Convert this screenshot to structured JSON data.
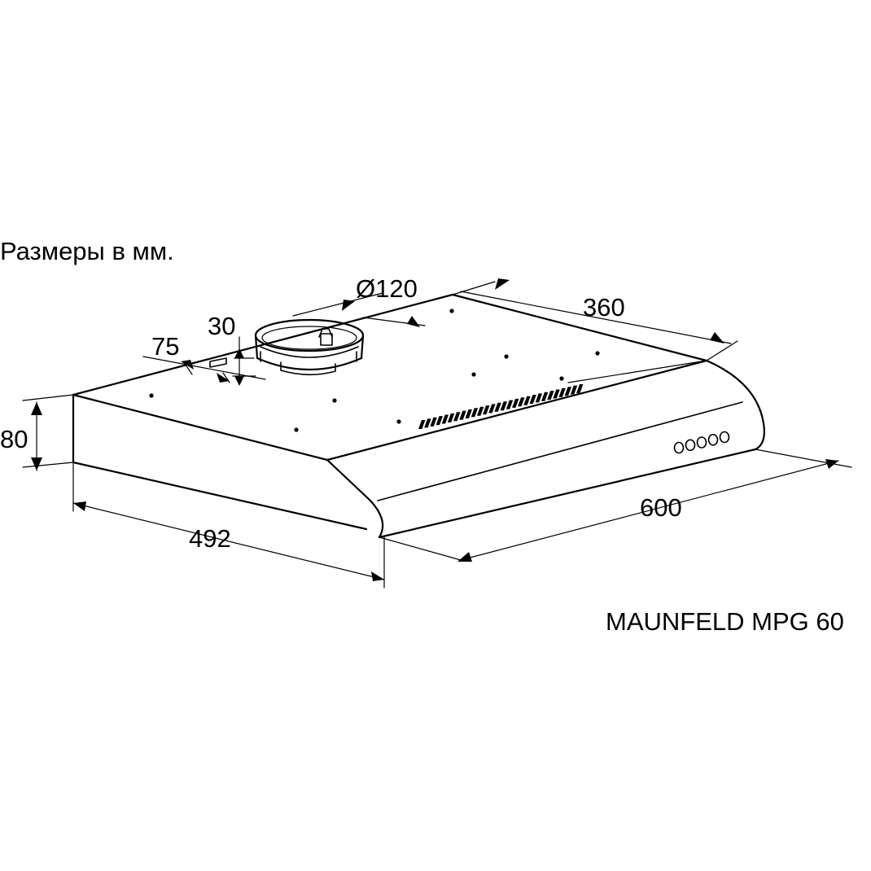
{
  "caption_units": "Размеры в мм.",
  "model_name": "MAUNFELD MPG 60",
  "dimensions": {
    "duct_diameter": "Ø120",
    "depth": "360",
    "collar_height": "30",
    "collar_offset": "75",
    "height": "80",
    "side_depth": "492",
    "width": "600"
  }
}
